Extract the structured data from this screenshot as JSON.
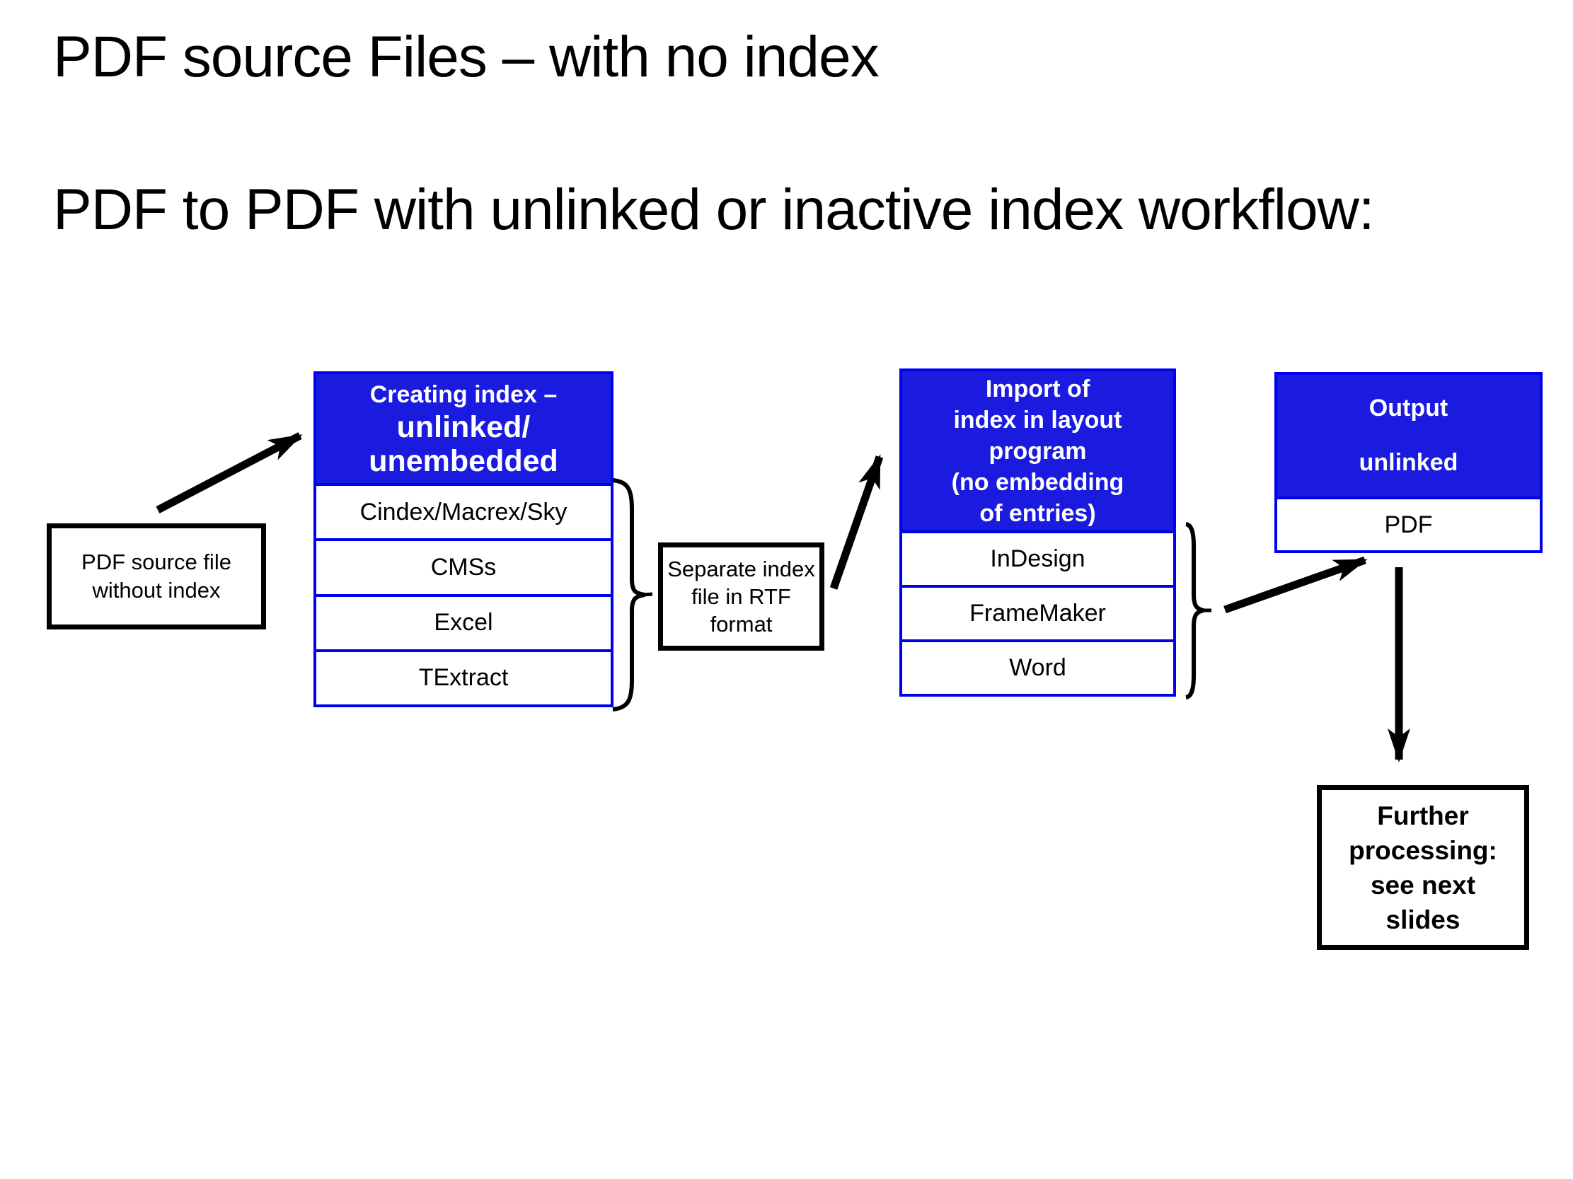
{
  "slide": {
    "title": "PDF source Files – with no index",
    "subtitle": "PDF to PDF with unlinked or inactive index workflow:"
  },
  "colors": {
    "header_blue": "#1b1be0",
    "border_blue": "#0000ee",
    "line_black": "#000000"
  },
  "boxes": {
    "source": {
      "label": "PDF source file\nwithout index"
    },
    "creating": {
      "header_top": "Creating index –",
      "header_main": "unlinked/\nunembedded",
      "items": [
        "Cindex/Macrex/Sky",
        "CMSs",
        "Excel",
        "TExtract"
      ]
    },
    "separate": {
      "label": "Separate index\nfile in RTF\nformat"
    },
    "import": {
      "header": "Import of\nindex in layout\nprogram\n(no embedding\nof entries)",
      "items": [
        "InDesign",
        "FrameMaker",
        "Word"
      ]
    },
    "output": {
      "header_top": "Output",
      "header_sub": "unlinked",
      "item": "PDF"
    },
    "further": {
      "label": "Further\nprocessing:\nsee next\nslides"
    }
  }
}
